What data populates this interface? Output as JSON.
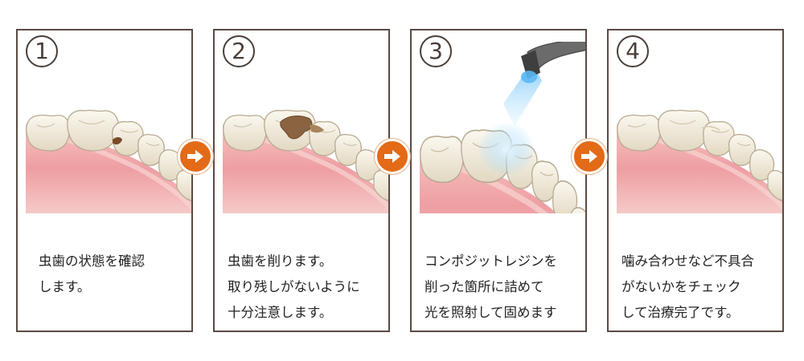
{
  "steps": [
    {
      "number": "1",
      "lines": [
        "虫歯の状態を確認",
        "します。"
      ]
    },
    {
      "number": "2",
      "lines": [
        "虫歯を削ります。",
        "取り残しがないように",
        "十分注意します。"
      ]
    },
    {
      "number": "3",
      "lines": [
        "コンポジットレジンを",
        "削った箇所に詰めて",
        "光を照射して固めます"
      ]
    },
    {
      "number": "4",
      "lines": [
        "噛み合わせなど不具合",
        "がないかをチェック",
        "して治療完了です。"
      ]
    }
  ],
  "colors": {
    "arrow": "#e36a16",
    "border": "#5a4a42",
    "gum": "#f0aeb0",
    "tooth": "#f1ebdb",
    "decay": "#7a4a2a",
    "light": "#8fd3ff"
  },
  "icons": [
    "arrow-right-icon"
  ]
}
